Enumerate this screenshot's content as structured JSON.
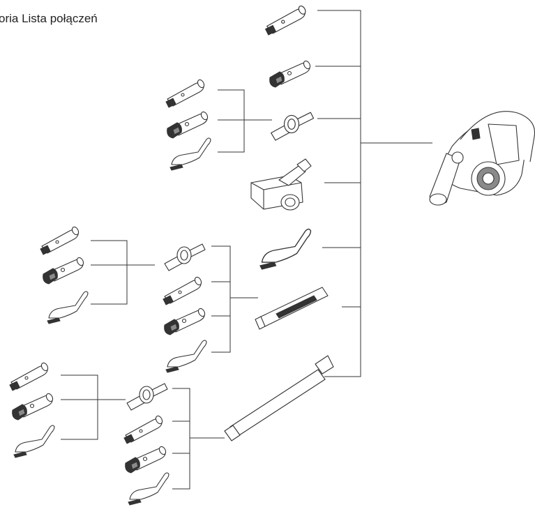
{
  "title": "oria Lista połączeń",
  "parts": {
    "main_unit": "handheld-vacuum",
    "crevice": "crevice-tool",
    "combo": "combination-nozzle",
    "adapter": "angle-adapter",
    "brush": "dusting-brush",
    "turbo": "mini-turbo-brush",
    "hose": "extension-hose",
    "tube": "extension-tube"
  }
}
